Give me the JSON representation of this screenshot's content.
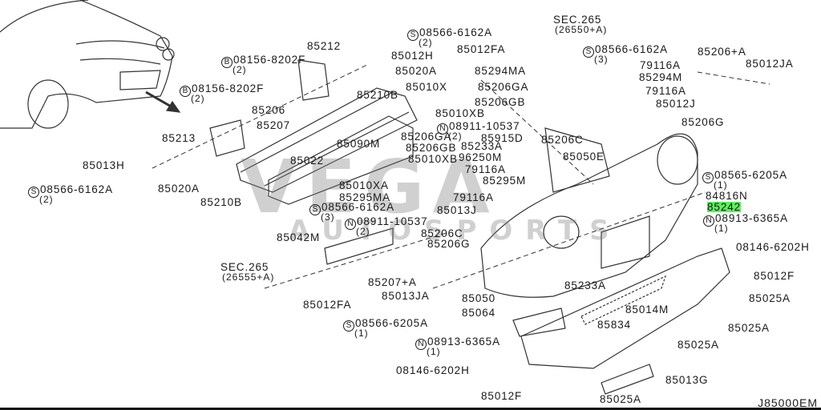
{
  "diagram": {
    "id_code": "J85000EM",
    "highlight_color": "#5cf05c",
    "watermark": {
      "line1": "VEGA",
      "line2": "AUTOSPORTS"
    },
    "callouts": [
      {
        "text": "SEC.265",
        "qty": "(26550+A)"
      },
      {
        "prefix": "S",
        "text": "08566-6162A",
        "qty": "(2)"
      },
      {
        "text": "85212"
      },
      {
        "prefix": "B",
        "text": "08156-8202F",
        "qty": "(2)"
      },
      {
        "text": "85012FA"
      },
      {
        "prefix": "S",
        "text": "08566-6162A",
        "qty": "(3)"
      },
      {
        "text": "85206+A"
      },
      {
        "text": "85012JA"
      },
      {
        "text": "85012H"
      },
      {
        "text": "79116A"
      },
      {
        "text": "85294MA"
      },
      {
        "text": "85294M"
      },
      {
        "text": "85020A"
      },
      {
        "text": "85010X"
      },
      {
        "text": "85206GA"
      },
      {
        "prefix": "B",
        "text": "08156-8202F",
        "qty": "(2)"
      },
      {
        "text": "79116A"
      },
      {
        "text": "85210B"
      },
      {
        "text": "85206GB"
      },
      {
        "text": "85012J"
      },
      {
        "text": "85206"
      },
      {
        "text": "85010XB"
      },
      {
        "prefix": "N",
        "text": "08911-10537",
        "qty": "(2)"
      },
      {
        "text": "85206G"
      },
      {
        "text": "85207"
      },
      {
        "text": "85213"
      },
      {
        "text": "85915D"
      },
      {
        "text": "85206C"
      },
      {
        "text": "85090M"
      },
      {
        "text": "85206GA"
      },
      {
        "text": "85233A"
      },
      {
        "text": "85206GB"
      },
      {
        "text": "96250M"
      },
      {
        "text": "85050E"
      },
      {
        "text": "85010XB"
      },
      {
        "text": "85013H"
      },
      {
        "text": "85022"
      },
      {
        "text": "79116A"
      },
      {
        "text": "85010XA"
      },
      {
        "prefix": "S",
        "text": "08565-6205A",
        "qty": "(1)"
      },
      {
        "text": "85295M"
      },
      {
        "text": "85020A"
      },
      {
        "prefix": "S",
        "text": "08566-6162A",
        "qty": "(2)"
      },
      {
        "text": "84816N"
      },
      {
        "text": "85295MA"
      },
      {
        "text": "79116A"
      },
      {
        "text": "85242",
        "highlight": true
      },
      {
        "text": "85210B"
      },
      {
        "prefix": "S",
        "text": "08566-6162A",
        "qty": "(3)"
      },
      {
        "text": "85013J"
      },
      {
        "prefix": "N",
        "text": "08913-6365A",
        "qty": "(1)"
      },
      {
        "prefix": "N",
        "text": "08911-10537",
        "qty": "(2)"
      },
      {
        "text": "85206C"
      },
      {
        "text": "08146-6202H"
      },
      {
        "text": "85042M"
      },
      {
        "text": "85206G"
      },
      {
        "text": "SEC.265",
        "qty": "(26555+A)"
      },
      {
        "text": "85012F"
      },
      {
        "text": "85207+A"
      },
      {
        "text": "85233A"
      },
      {
        "text": "85013JA"
      },
      {
        "text": "85050"
      },
      {
        "text": "85025A"
      },
      {
        "text": "85012FA"
      },
      {
        "text": "85014M"
      },
      {
        "text": "85064"
      },
      {
        "prefix": "S",
        "text": "08566-6205A",
        "qty": "(1)"
      },
      {
        "text": "85834"
      },
      {
        "text": "85025A"
      },
      {
        "prefix": "N",
        "text": "08913-6365A",
        "qty": "(1)"
      },
      {
        "text": "85025A"
      },
      {
        "text": "08146-6202H"
      },
      {
        "text": "85013G"
      },
      {
        "text": "85012F"
      },
      {
        "text": "85025A"
      }
    ]
  }
}
